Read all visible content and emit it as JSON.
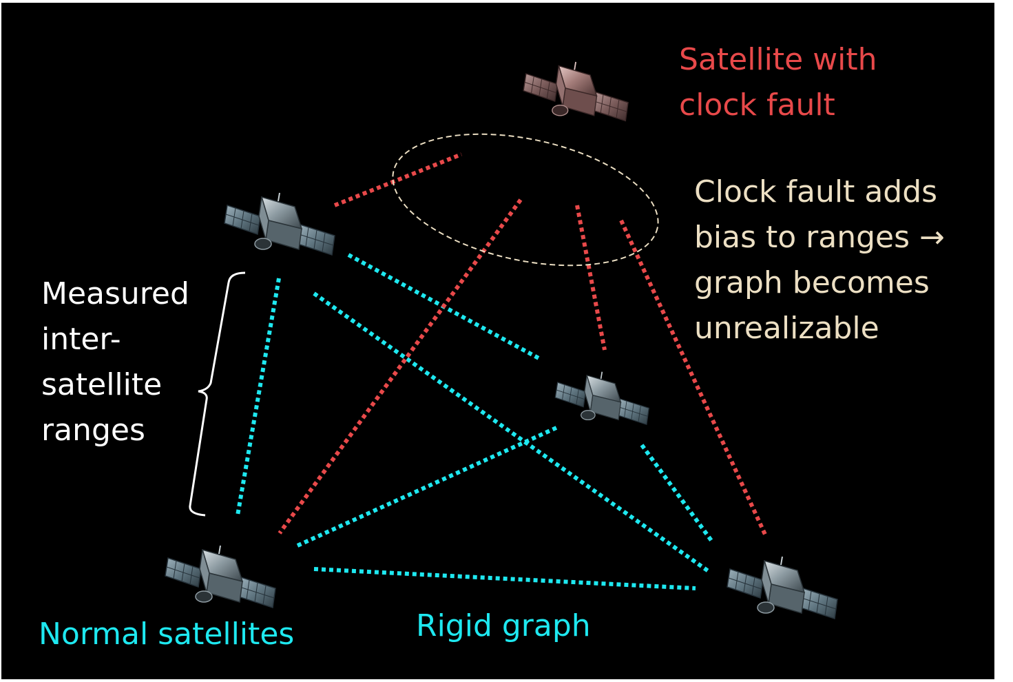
{
  "labels": {
    "fault_satellite": "Satellite with\nclock fault",
    "fault_effect": "Clock fault adds\nbias to ranges →\ngraph becomes\nunrealizable",
    "measured_ranges": "Measured\ninter-\nsatellite\nranges",
    "normal_satellites": "Normal satellites",
    "rigid_graph": "Rigid graph"
  },
  "colors": {
    "background": "#000000",
    "fault": "#e8494a",
    "normal": "#1ee8f0",
    "note": "#ecdfc3",
    "text": "#ffffff",
    "panel_frame": "#ffffff"
  },
  "icons": {
    "satellite": "satellite-icon",
    "faulty_satellite": "satellite-icon"
  }
}
